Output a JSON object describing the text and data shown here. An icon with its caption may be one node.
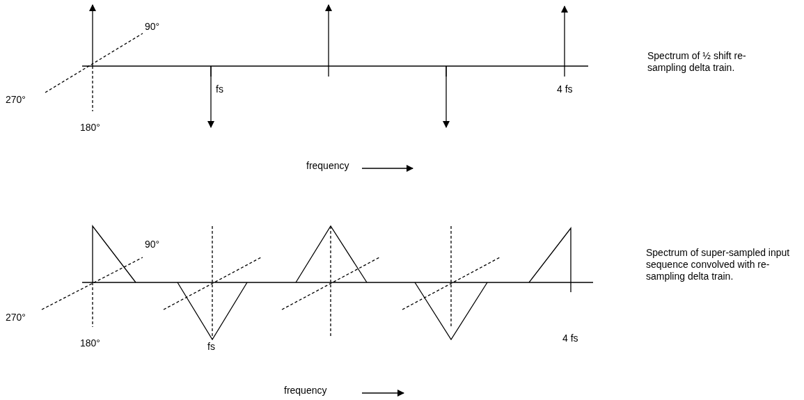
{
  "diagram": {
    "labels": [
      "90°",
      "Spectrum of ½ shift re-sampling delta train.",
      "270°",
      "fs",
      "4 fs",
      "180°",
      "frequency",
      "90°",
      "Spectrum of super-sampled input sequence convolved with re-sampling delta train.",
      "270°",
      "180°",
      "fs",
      "4 fs",
      "frequency"
    ]
  }
}
